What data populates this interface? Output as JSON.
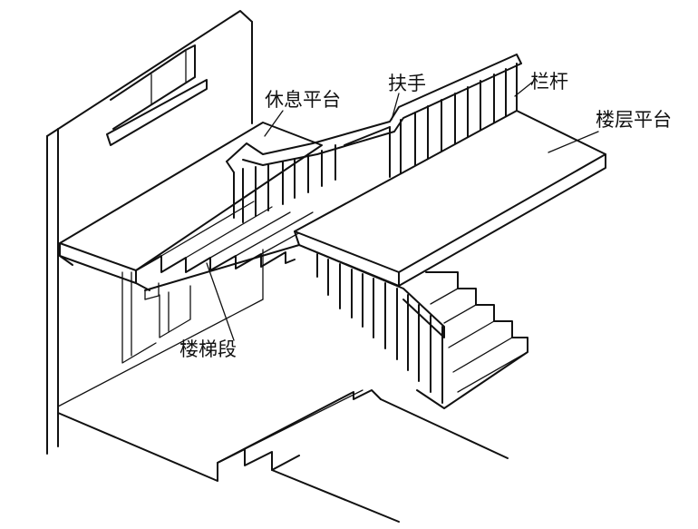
{
  "labels": {
    "rest_platform": "休息平台",
    "handrail": "扶手",
    "baluster": "栏杆",
    "floor_platform": "楼层平台",
    "stair_flight": "楼梯段"
  }
}
